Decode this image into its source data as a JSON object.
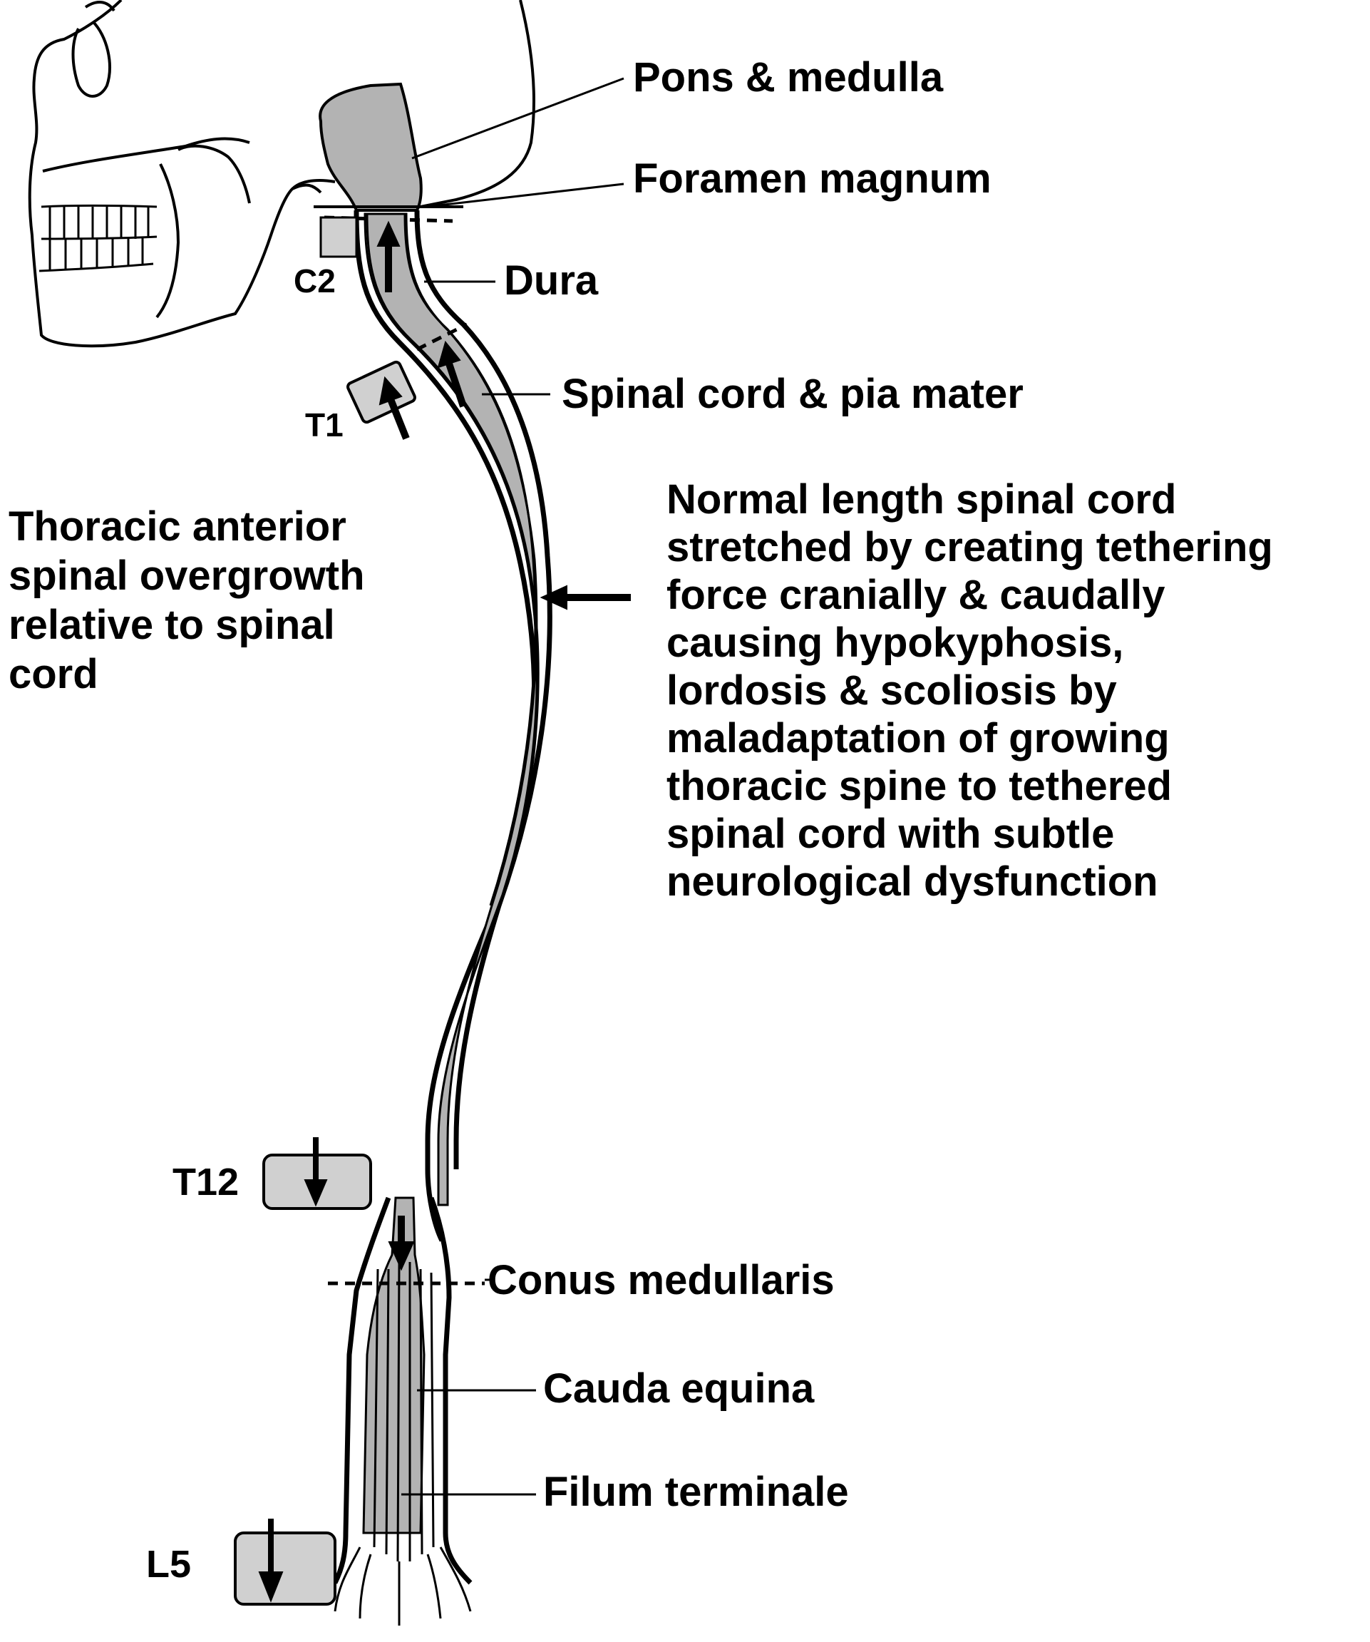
{
  "labels": {
    "pons_medulla": "Pons & medulla",
    "foramen_magnum": "Foramen magnum",
    "dura": "Dura",
    "spinal_cord_pia": "Spinal cord & pia mater",
    "conus_medullaris": "Conus medullaris",
    "cauda_equina": "Cauda equina",
    "filum_terminale": "Filum terminale"
  },
  "vertebrae": {
    "c2": "C2",
    "t1": "T1",
    "t12": "T12",
    "l5": "L5"
  },
  "left_note": [
    "Thoracic anterior",
    "spinal overgrowth",
    "relative to spinal",
    "cord"
  ],
  "right_note": [
    "Normal length spinal cord",
    "stretched by creating tethering",
    "force cranially & caudally",
    "causing hypokyphosis,",
    "lordosis & scoliosis  by",
    "maladaptation of growing",
    "thoracic spine to tethered",
    "spinal cord with subtle",
    "neurological dysfunction"
  ],
  "colors": {
    "fill_gray": "#b3b3b3",
    "vertebra_gray": "#d0d0d0",
    "ink": "#000000",
    "background": "#ffffff"
  }
}
